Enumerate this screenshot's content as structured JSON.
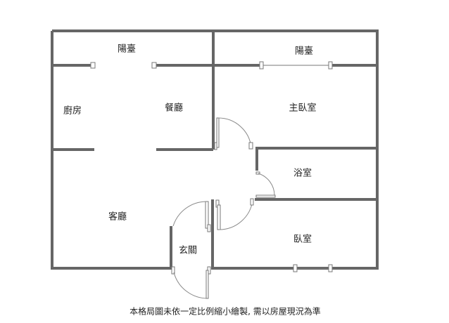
{
  "rooms": {
    "balcony_left": "陽臺",
    "balcony_right": "陽臺",
    "kitchen": "廚房",
    "dining": "餐廳",
    "master_bedroom": "主臥室",
    "bathroom": "浴室",
    "living": "客廳",
    "bedroom": "臥室",
    "entrance": "玄關"
  },
  "caption": "本格局圖未依一定比例縮小繪製, 需以房屋現況為準",
  "colors": {
    "wall": "#666666"
  }
}
